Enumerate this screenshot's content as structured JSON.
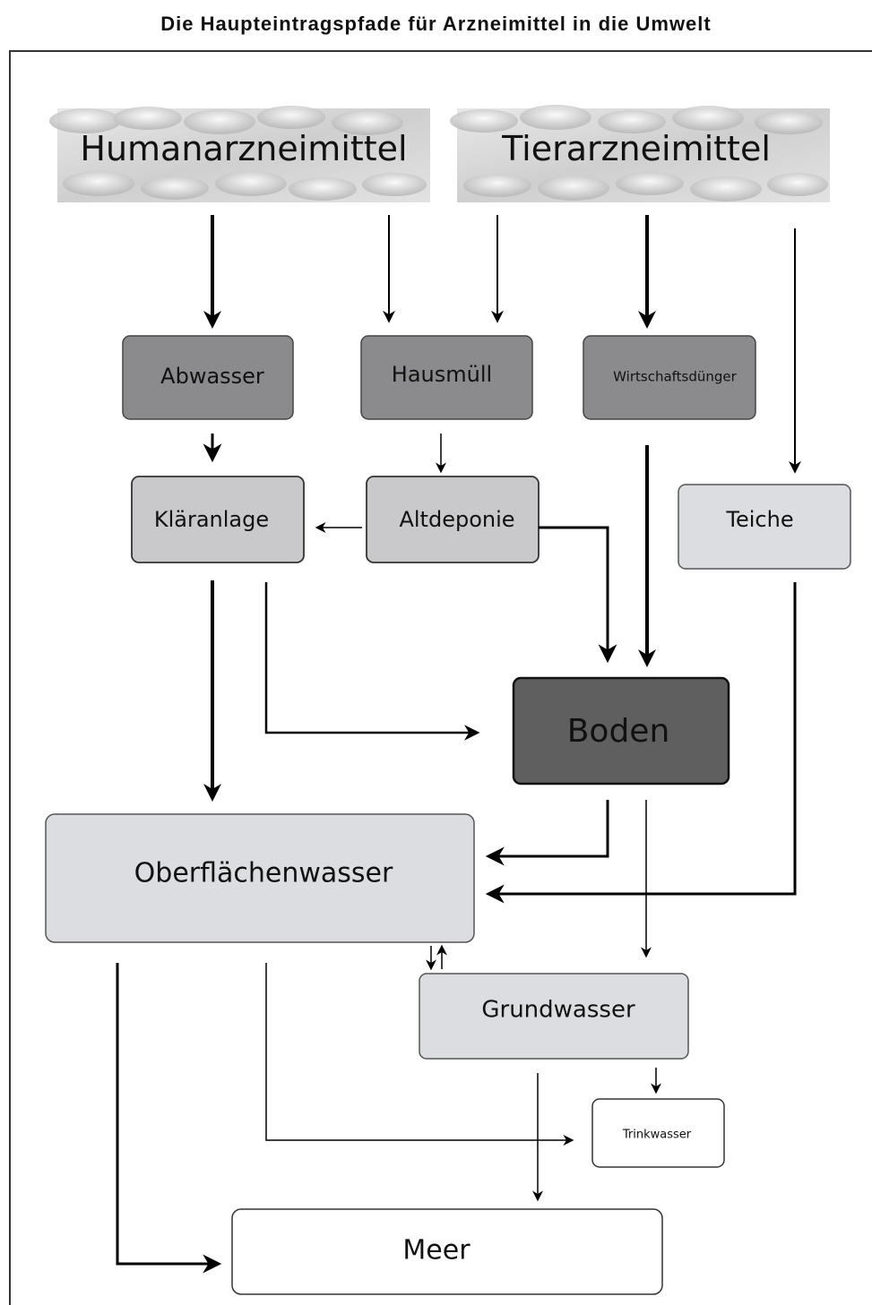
{
  "title": "Die Haupteintragspfade für Arzneimittel in die Umwelt",
  "sources": {
    "human": "Humanarzneimittel",
    "vet": "Tierarzneimittel"
  },
  "nodes": {
    "abwasser": "Abwasser",
    "hausmuell": "Hausmüll",
    "wirtschaftsduenger": "Wirtschaftsdünger",
    "klaeranlage": "Kläranlage",
    "altdeponie": "Altdeponie",
    "teiche": "Teiche",
    "boden": "Boden",
    "oberflaechenwasser": "Oberflächenwasser",
    "grundwasser": "Grundwasser",
    "trinkwasser": "Trinkwasser",
    "meer": "Meer"
  },
  "colors": {
    "dark": "#5f5f5f",
    "medium": "#8b8b8d",
    "light": "#c9c9cb",
    "lighter": "#dcdde0",
    "white": "#ffffff"
  }
}
